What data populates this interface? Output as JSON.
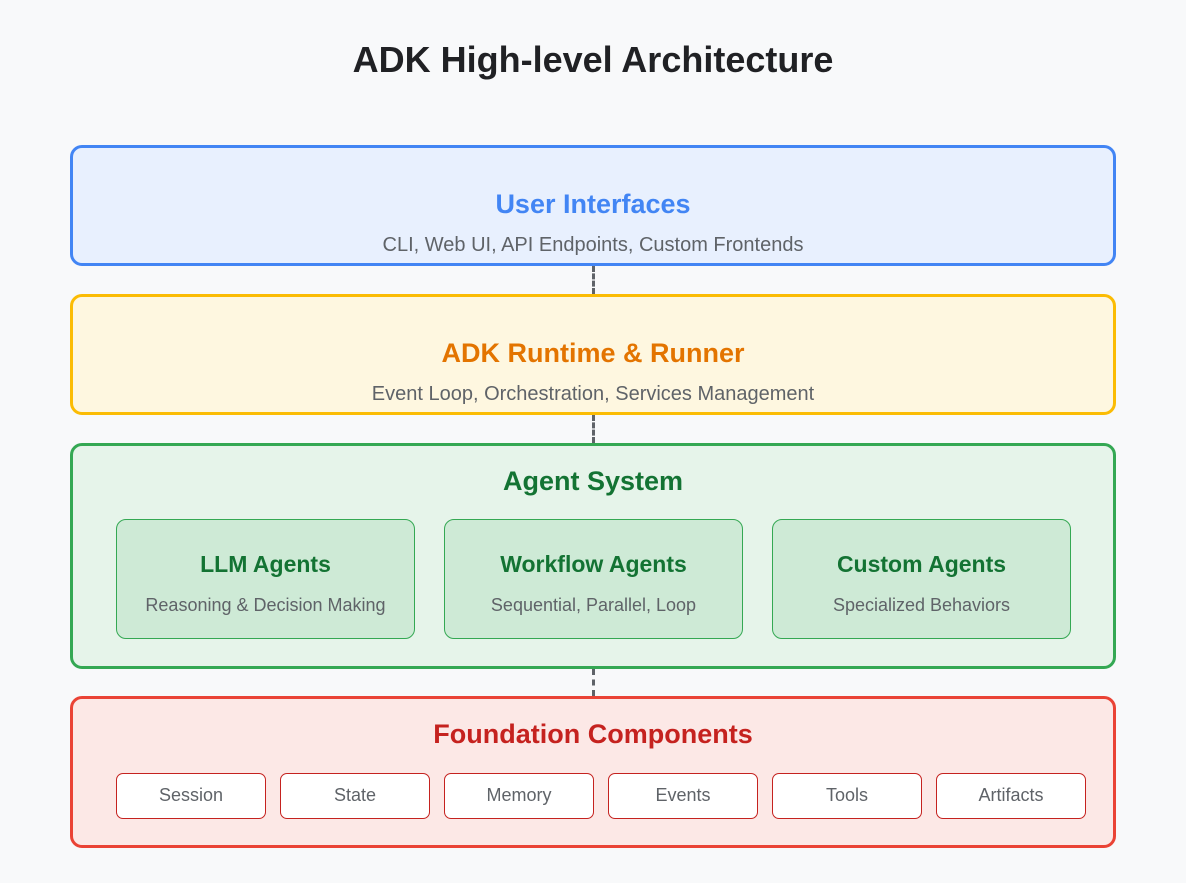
{
  "title": "ADK High-level Architecture",
  "layers": {
    "user_interfaces": {
      "title": "User Interfaces",
      "subtitle": "CLI, Web UI, API Endpoints, Custom Frontends",
      "border_color": "#4285f4",
      "fill_color": "#e8f0fe"
    },
    "runtime": {
      "title": "ADK Runtime & Runner",
      "subtitle": "Event Loop, Orchestration, Services Management",
      "border_color": "#fbbc04",
      "fill_color": "#fef7e0"
    },
    "agent_system": {
      "title": "Agent System",
      "border_color": "#34a853",
      "fill_color": "#e6f4ea",
      "agents": [
        {
          "title": "LLM Agents",
          "subtitle": "Reasoning & Decision Making"
        },
        {
          "title": "Workflow Agents",
          "subtitle": "Sequential, Parallel, Loop"
        },
        {
          "title": "Custom Agents",
          "subtitle": "Specialized Behaviors"
        }
      ]
    },
    "foundation": {
      "title": "Foundation Components",
      "border_color": "#ea4335",
      "fill_color": "#fce8e6",
      "components": [
        "Session",
        "State",
        "Memory",
        "Events",
        "Tools",
        "Artifacts"
      ]
    }
  }
}
